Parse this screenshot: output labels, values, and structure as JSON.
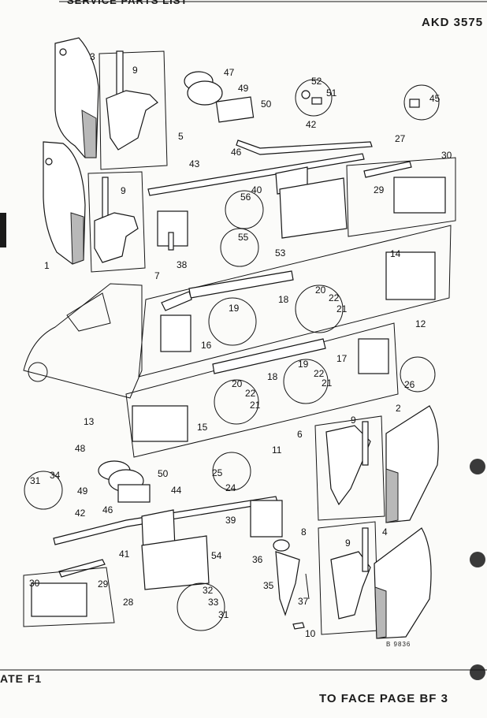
{
  "header": {
    "top_text": "SERVICE PARTS LIST",
    "code": "AKD 3575",
    "plate": "ATE F1",
    "face_page": "TO FACE PAGE BF 3"
  },
  "diagram": {
    "reference": "B 9836",
    "callouts": [
      "3",
      "9",
      "5",
      "1",
      "9",
      "7",
      "38",
      "47",
      "49",
      "50",
      "52",
      "51",
      "46",
      "42",
      "45",
      "27",
      "30",
      "29",
      "43",
      "40",
      "56",
      "55",
      "53",
      "14",
      "18",
      "20",
      "22",
      "21",
      "19",
      "16",
      "12",
      "17",
      "18",
      "26",
      "19",
      "22",
      "21",
      "20",
      "22",
      "21",
      "13",
      "15",
      "25",
      "24",
      "2",
      "9",
      "6",
      "11",
      "48",
      "50",
      "49",
      "46",
      "44",
      "31",
      "34",
      "42",
      "41",
      "39",
      "54",
      "4",
      "8",
      "9",
      "36",
      "35",
      "37",
      "10",
      "30",
      "29",
      "28",
      "32",
      "33",
      "31"
    ]
  }
}
